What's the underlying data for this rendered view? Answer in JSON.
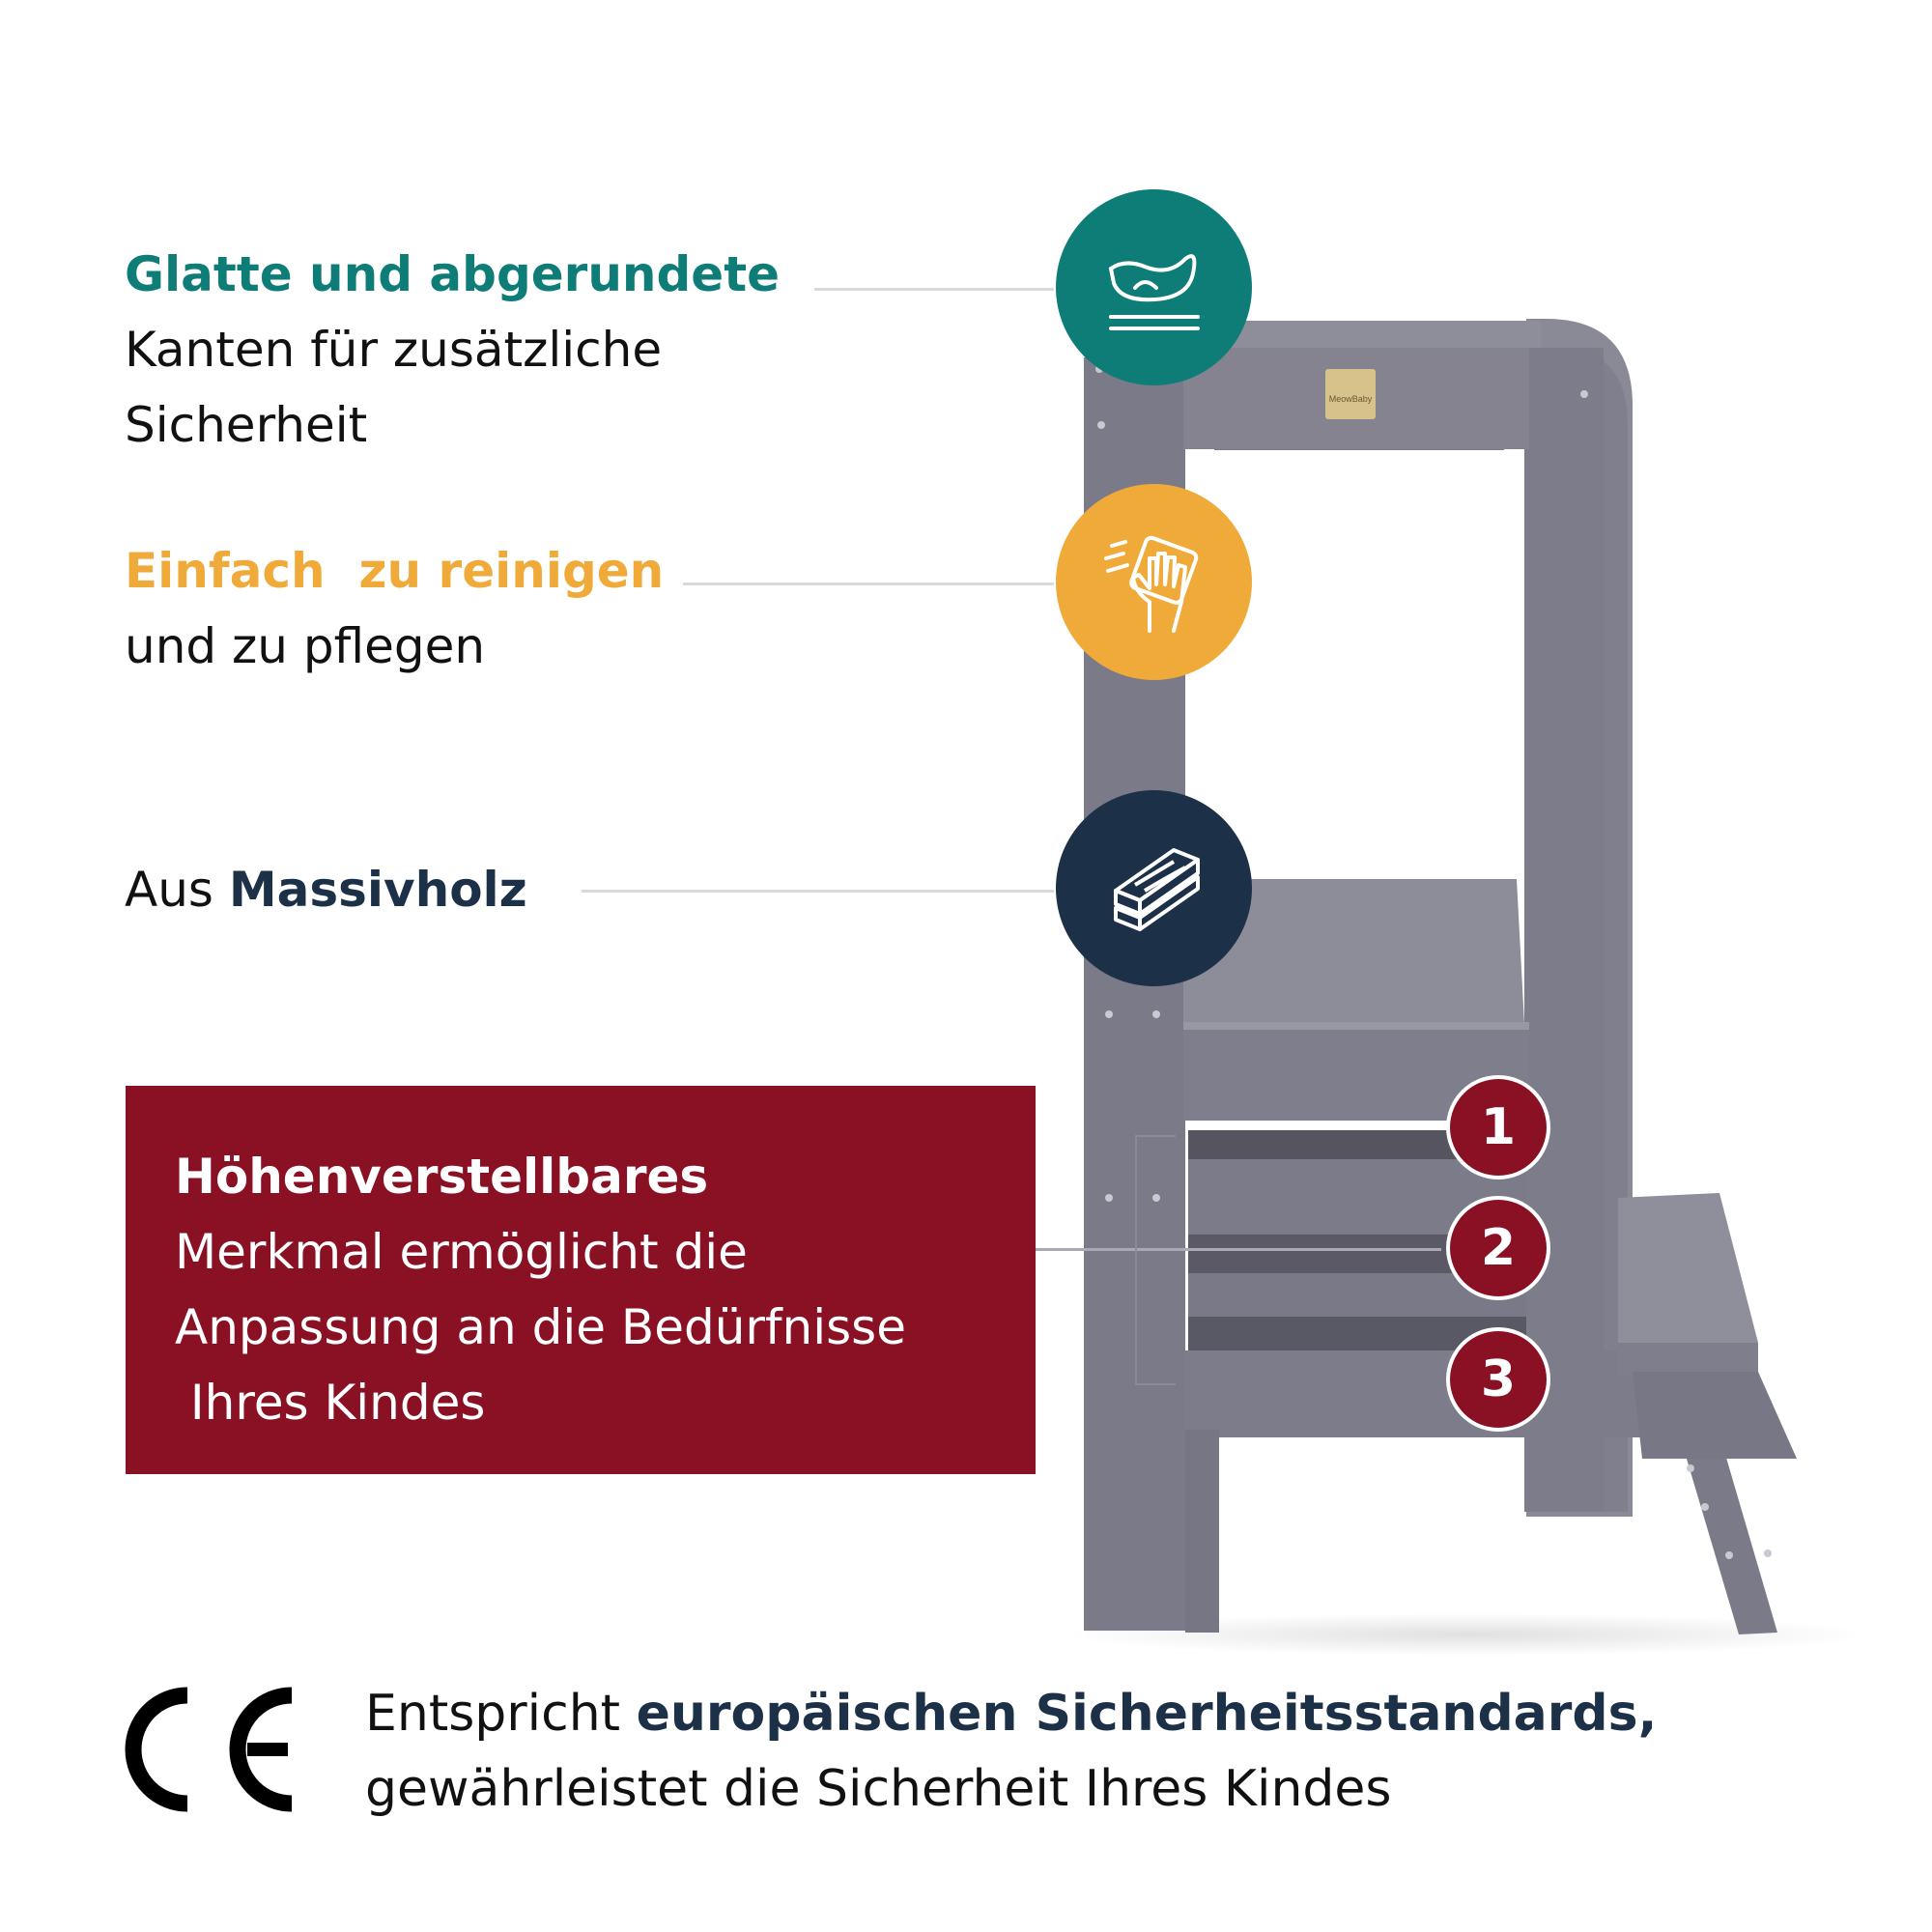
{
  "features": [
    {
      "highlight": "Glatte und abgerundete",
      "line2": "Kanten für zusätzliche",
      "line3": "Sicherheit"
    },
    {
      "highlight": "Einfach  zu reinigen",
      "line2": "und zu pflegen"
    },
    {
      "prefix": "Aus ",
      "highlight": "Massivholz"
    }
  ],
  "icons": {
    "smooth": "smooth-edge-icon",
    "clean": "cleaning-hand-icon",
    "wood": "wood-planks-icon"
  },
  "colors": {
    "teal": "#0e7d77",
    "orange": "#f0aa3a",
    "navy": "#1c3147",
    "maroon": "#8a1024",
    "product_gray": "#7b7a88"
  },
  "height_adjust": {
    "highlight": "Höhenverstellbares",
    "line2": "Merkmal ermöglicht die",
    "line3": "Anpassung an die Bedürfnisse",
    "line4": " Ihres Kindes"
  },
  "positions": [
    "1",
    "2",
    "3"
  ],
  "product": {
    "brand_label": "MeowBaby"
  },
  "ce": {
    "mark": "CE",
    "prefix": "Entspricht ",
    "highlight": "europäischen Sicherheitsstandards,",
    "line2": "gewährleistet die Sicherheit Ihres Kindes"
  }
}
